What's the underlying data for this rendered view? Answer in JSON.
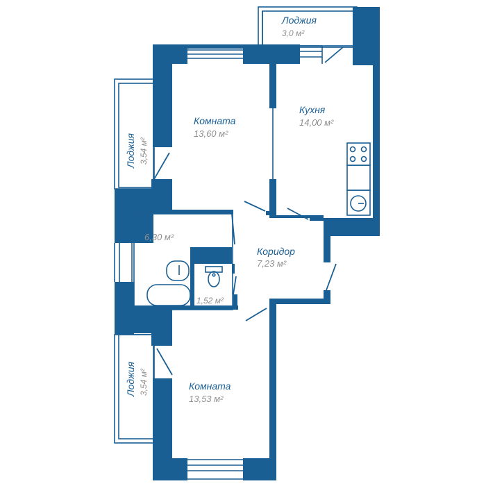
{
  "rooms": {
    "loggia_top": {
      "name": "Лоджия",
      "area": "3,0 м²"
    },
    "room_top": {
      "name": "Комната",
      "area": "13,60 м²"
    },
    "kitchen": {
      "name": "Кухня",
      "area": "14,00 м²"
    },
    "loggia_left_top": {
      "name": "Лоджия",
      "area": "3,54 м²"
    },
    "bathroom": {
      "name": "",
      "area": "6,30 м²"
    },
    "toilet": {
      "name": "",
      "area": "1,52 м²"
    },
    "corridor": {
      "name": "Коридор",
      "area": "7,23 м²"
    },
    "loggia_left_bottom": {
      "name": "Лоджия",
      "area": "3,54 м²"
    },
    "room_bottom": {
      "name": "Комната",
      "area": "13,53 м²"
    }
  },
  "colors": {
    "wall": "#1a5f94",
    "label": "#1a5f94",
    "area": "#8f8f8f"
  }
}
